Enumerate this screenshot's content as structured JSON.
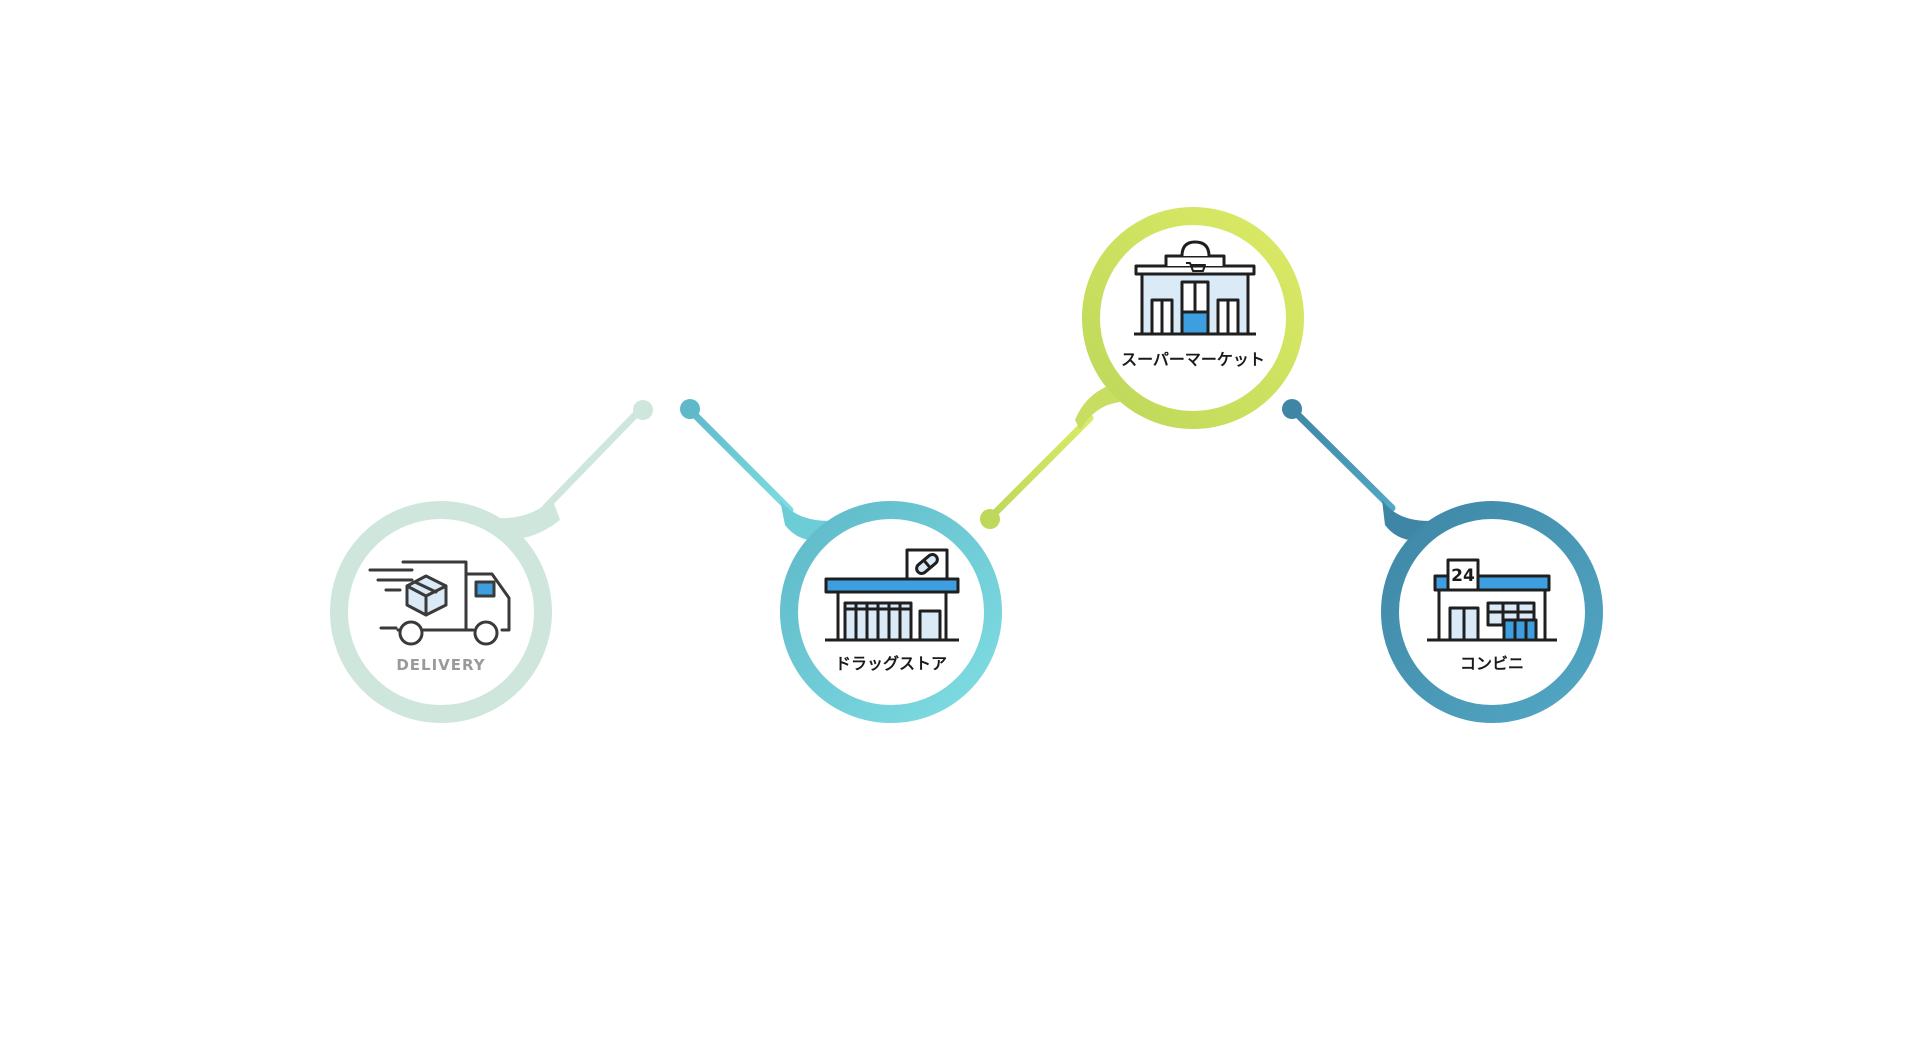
{
  "nodes": [
    {
      "id": "delivery",
      "label": "DELIVERY",
      "icon": "delivery-truck-icon",
      "color": "#cfe6dc",
      "muted": true
    },
    {
      "id": "drugstore",
      "label": "ドラッグストア",
      "icon": "drugstore-building-icon",
      "color": "#6dcdd6"
    },
    {
      "id": "supermarket",
      "label": "スーパーマーケット",
      "icon": "supermarket-building-icon",
      "color": "#d3e56a"
    },
    {
      "id": "konbini",
      "label": "コンビニ",
      "icon": "convenience-store-building-icon",
      "color": "#4a97b3",
      "badge": "24"
    }
  ],
  "colors": {
    "outline": "#1f1f1f",
    "window_blue": "#daeaf7",
    "roof_blue": "#3d9fe0"
  }
}
